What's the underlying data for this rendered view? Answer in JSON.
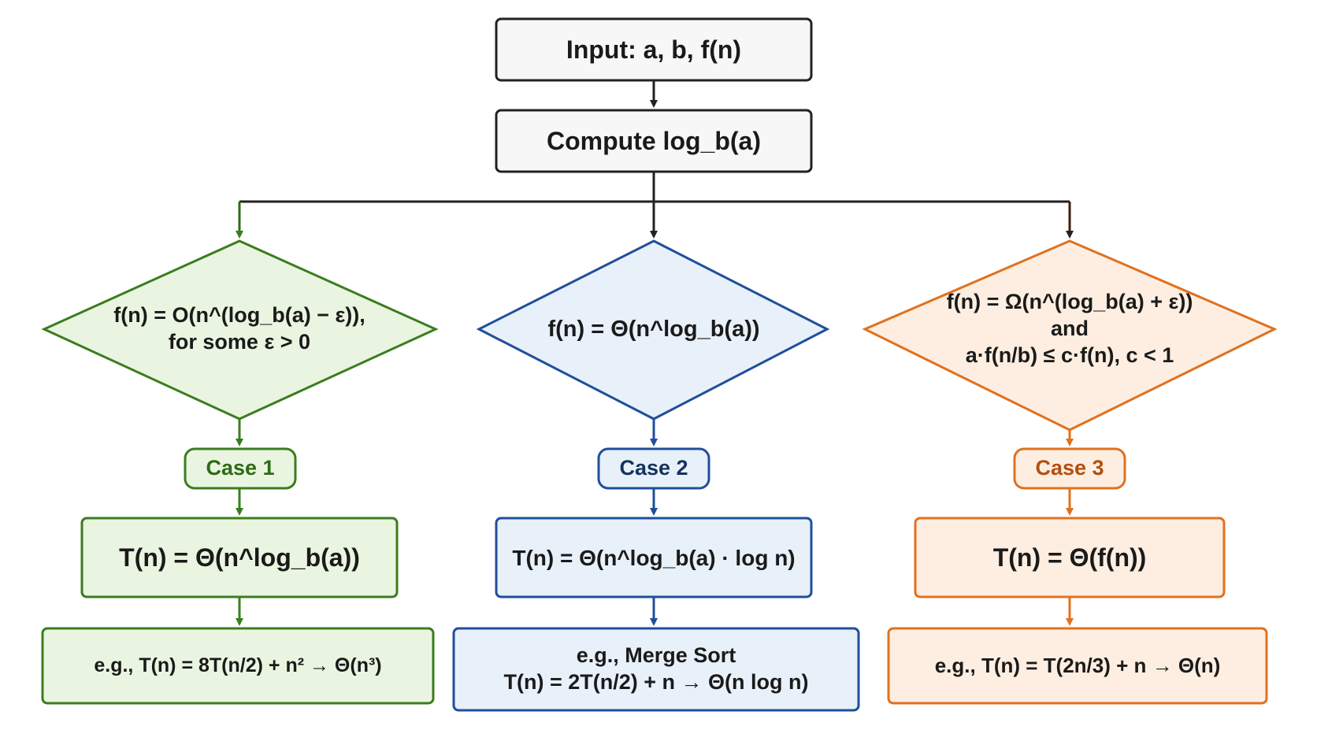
{
  "colors": {
    "neutral_stroke": "#222222",
    "neutral_fill": "#f7f7f7",
    "green_stroke": "#3a7d1e",
    "green_fill": "#eaf5e1",
    "blue_stroke": "#1f4f9a",
    "blue_fill": "#e8f0fa",
    "orange_stroke": "#e0711f",
    "orange_fill": "#fdeee1"
  },
  "input": {
    "text": "Input: a, b, f(n)"
  },
  "compute": {
    "text": "Compute log_b(a)"
  },
  "branches": [
    {
      "condition": [
        "f(n) = O(n^(log_b(a) − ε)),",
        "for some ε > 0"
      ],
      "case_label": "Case 1",
      "result": "T(n) = Θ(n^log_b(a))",
      "example": [
        "e.g., T(n) = 8T(n/2) + n² → Θ(n³)"
      ]
    },
    {
      "condition": [
        "f(n) = Θ(n^log_b(a))"
      ],
      "case_label": "Case 2",
      "result": "T(n) = Θ(n^log_b(a) · log n)",
      "example": [
        "e.g., Merge Sort",
        "T(n) = 2T(n/2) + n → Θ(n log n)"
      ]
    },
    {
      "condition": [
        "f(n) = Ω(n^(log_b(a) + ε))",
        "and",
        "a·f(n/b) ≤ c·f(n), c < 1"
      ],
      "case_label": "Case 3",
      "result": "T(n) = Θ(f(n))",
      "example": [
        "e.g., T(n) = T(2n/3) + n → Θ(n)"
      ]
    }
  ]
}
